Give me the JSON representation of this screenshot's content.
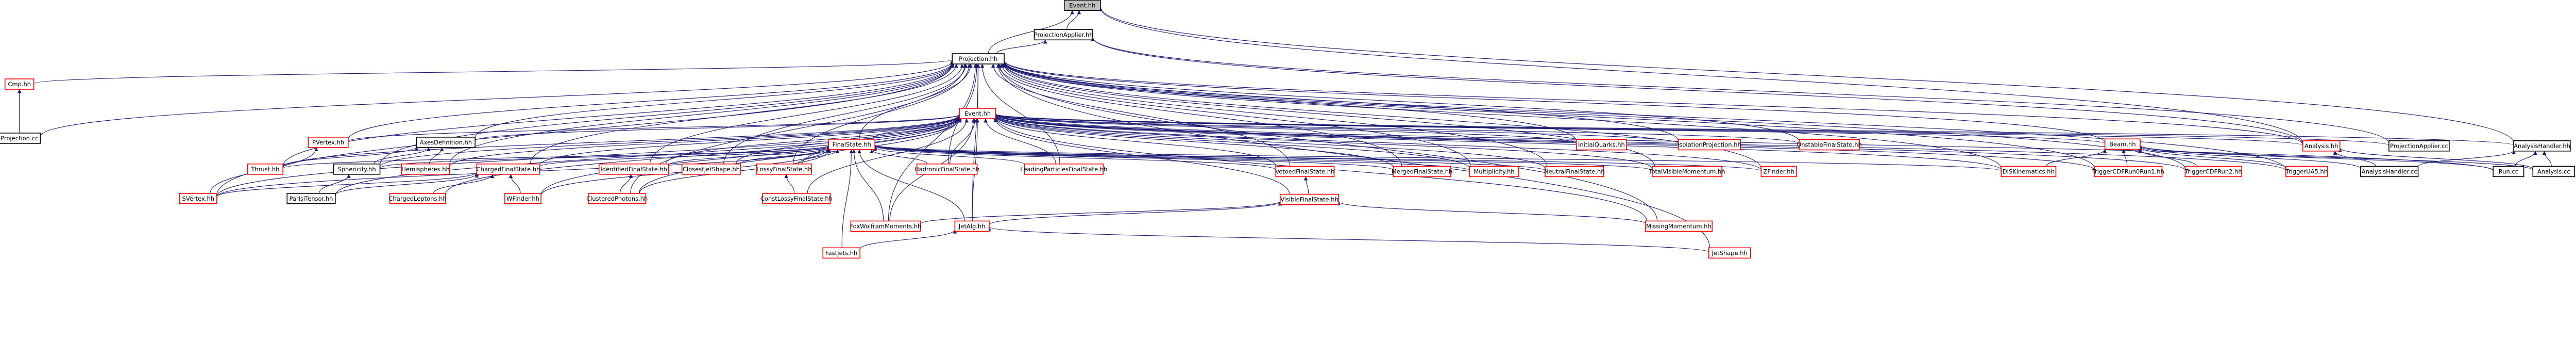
{
  "graph": {
    "nodes": [
      {
        "id": "event-hh",
        "label": "Event.hh",
        "kind": "root"
      },
      {
        "id": "projectionapplier-hh",
        "label": "ProjectionApplier.hh",
        "kind": "documented"
      },
      {
        "id": "projection-hh",
        "label": "Projection.hh",
        "kind": "documented"
      },
      {
        "id": "cmp-hh",
        "label": "Cmp.hh",
        "kind": "undocumented"
      },
      {
        "id": "projection-cc",
        "label": "Projection.cc",
        "kind": "documented"
      },
      {
        "id": "event-hh-2",
        "label": "Event.hh",
        "kind": "undocumented"
      },
      {
        "id": "pvertex-hh",
        "label": "PVertex.hh",
        "kind": "undocumented"
      },
      {
        "id": "axesdefinition-hh",
        "label": "AxesDefinition.hh",
        "kind": "documented"
      },
      {
        "id": "finalstate-hh",
        "label": "FinalState.hh",
        "kind": "undocumented"
      },
      {
        "id": "thrust-hh",
        "label": "Thrust.hh",
        "kind": "undocumented"
      },
      {
        "id": "sphericity-hh",
        "label": "Sphericity.hh",
        "kind": "documented"
      },
      {
        "id": "hemispheres-hh",
        "label": "Hemispheres.hh",
        "kind": "undocumented"
      },
      {
        "id": "chargedfinalstate-hh",
        "label": "ChargedFinalState.hh",
        "kind": "undocumented"
      },
      {
        "id": "identifiedfinalstate-hh",
        "label": "IdentifiedFinalState.hh",
        "kind": "undocumented"
      },
      {
        "id": "closestjetshape-hh",
        "label": "ClosestJetShape.hh",
        "kind": "undocumented"
      },
      {
        "id": "lossyfinalstate-hh",
        "label": "LossyFinalState.hh",
        "kind": "undocumented"
      },
      {
        "id": "initialquarks-hh",
        "label": "InitialQuarks.hh",
        "kind": "undocumented"
      },
      {
        "id": "isolationprojection-hh",
        "label": "IsolationProjection.hh",
        "kind": "undocumented"
      },
      {
        "id": "unstablefinalstate-hh",
        "label": "UnstableFinalState.hh",
        "kind": "undocumented"
      },
      {
        "id": "hadronicfinalstate-hh",
        "label": "HadronicFinalState.hh",
        "kind": "undocumented"
      },
      {
        "id": "leadingparticlesfinalstate-hh",
        "label": "LeadingParticlesFinalState.hh",
        "kind": "undocumented"
      },
      {
        "id": "vetoedfinalstate-hh",
        "label": "VetoedFinalState.hh",
        "kind": "undocumented"
      },
      {
        "id": "mergedfinalstate-hh",
        "label": "MergedFinalState.hh",
        "kind": "undocumented"
      },
      {
        "id": "multiplicity-hh",
        "label": "Multiplicity.hh",
        "kind": "undocumented"
      },
      {
        "id": "neutralfinalstate-hh",
        "label": "NeutralFinalState.hh",
        "kind": "undocumented"
      },
      {
        "id": "totalvisiblemomentum-hh",
        "label": "TotalVisibleMomentum.hh",
        "kind": "undocumented"
      },
      {
        "id": "zfinder-hh",
        "label": "ZFinder.hh",
        "kind": "undocumented"
      },
      {
        "id": "beam-hh",
        "label": "Beam.hh",
        "kind": "undocumented"
      },
      {
        "id": "analysis-hh",
        "label": "Analysis.hh",
        "kind": "undocumented"
      },
      {
        "id": "projectionapplier-cc",
        "label": "ProjectionApplier.cc",
        "kind": "documented"
      },
      {
        "id": "analysishandler-hh",
        "label": "AnalysisHandler.hh",
        "kind": "documented"
      },
      {
        "id": "diskinematics-hh",
        "label": "DISKinematics.hh",
        "kind": "undocumented"
      },
      {
        "id": "triggercdfrun0run1-hh",
        "label": "TriggerCDFRun0Run1.hh",
        "kind": "undocumented"
      },
      {
        "id": "triggercdfrun2-hh",
        "label": "TriggerCDFRun2.hh",
        "kind": "undocumented"
      },
      {
        "id": "triggerua5-hh",
        "label": "TriggerUA5.hh",
        "kind": "undocumented"
      },
      {
        "id": "analysishandler-cc",
        "label": "AnalysisHandler.cc",
        "kind": "documented"
      },
      {
        "id": "run-cc",
        "label": "Run.cc",
        "kind": "documented"
      },
      {
        "id": "analysis-cc",
        "label": "Analysis.cc",
        "kind": "documented"
      },
      {
        "id": "svertex-hh",
        "label": "SVertex.hh",
        "kind": "undocumented"
      },
      {
        "id": "parisitensor-hh",
        "label": "ParisiTensor.hh",
        "kind": "documented"
      },
      {
        "id": "chargedleptons-hh",
        "label": "ChargedLeptons.hh",
        "kind": "undocumented"
      },
      {
        "id": "wfinder-hh",
        "label": "WFinder.hh",
        "kind": "undocumented"
      },
      {
        "id": "clusteredphotons-hh",
        "label": "ClusteredPhotons.hh",
        "kind": "undocumented"
      },
      {
        "id": "constlossyfinalstate-hh",
        "label": "ConstLossyFinalState.hh",
        "kind": "undocumented"
      },
      {
        "id": "visiblefinalstate-hh",
        "label": "VisibleFinalState.hh",
        "kind": "undocumented"
      },
      {
        "id": "foxwolframmoments-hh",
        "label": "FoxWolframMoments.hh",
        "kind": "undocumented"
      },
      {
        "id": "jethg-hh",
        "label": "JetAlg.hh",
        "kind": "undocumented"
      },
      {
        "id": "missingmomentum-hh",
        "label": "MissingMomentum.hh",
        "kind": "undocumented"
      },
      {
        "id": "fastjets-hh",
        "label": "FastJets.hh",
        "kind": "undocumented"
      },
      {
        "id": "jetshape-hh",
        "label": "JetShape.hh",
        "kind": "undocumented"
      }
    ]
  },
  "colors": {
    "root_fill": "#bfbfbf",
    "documented_border": "#000000",
    "undocumented_border": "#ff0000",
    "edge": "#191970",
    "background": "#ffffff"
  }
}
